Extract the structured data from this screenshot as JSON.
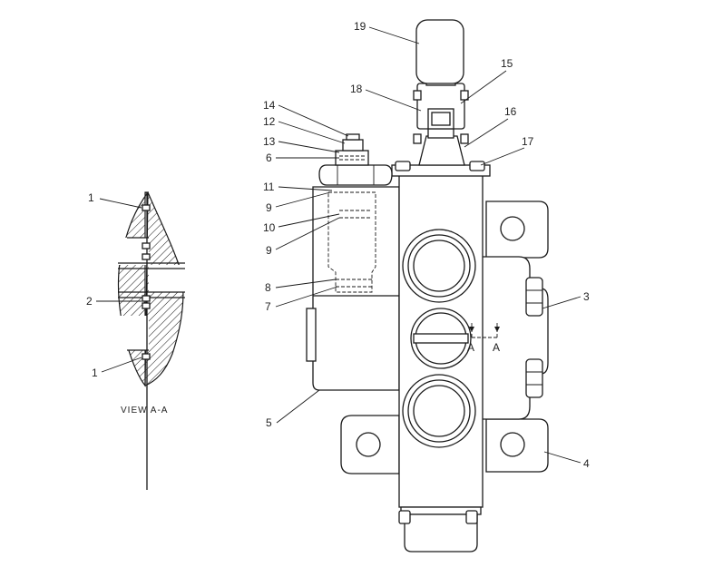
{
  "view_label": "VIEW  A-A",
  "section_marks": [
    "A",
    "A"
  ],
  "callouts": [
    {
      "id": "c1a",
      "text": "1"
    },
    {
      "id": "c2",
      "text": "2"
    },
    {
      "id": "c1b",
      "text": "1"
    },
    {
      "id": "c14",
      "text": "14"
    },
    {
      "id": "c12",
      "text": "12"
    },
    {
      "id": "c13",
      "text": "13"
    },
    {
      "id": "c6",
      "text": "6"
    },
    {
      "id": "c11",
      "text": "11"
    },
    {
      "id": "c9a",
      "text": "9"
    },
    {
      "id": "c10",
      "text": "10"
    },
    {
      "id": "c9b",
      "text": "9"
    },
    {
      "id": "c8",
      "text": "8"
    },
    {
      "id": "c7",
      "text": "7"
    },
    {
      "id": "c5",
      "text": "5"
    },
    {
      "id": "c19",
      "text": "19"
    },
    {
      "id": "c18",
      "text": "18"
    },
    {
      "id": "c15",
      "text": "15"
    },
    {
      "id": "c16",
      "text": "16"
    },
    {
      "id": "c17",
      "text": "17"
    },
    {
      "id": "c3",
      "text": "3"
    },
    {
      "id": "c4",
      "text": "4"
    }
  ]
}
